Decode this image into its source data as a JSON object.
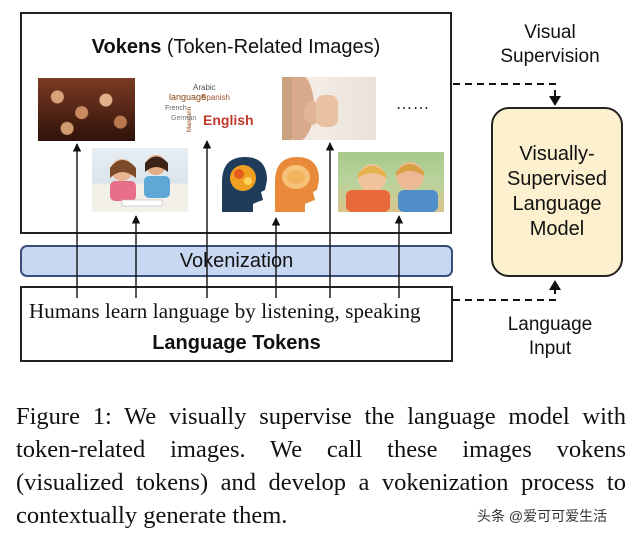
{
  "figure": {
    "vokens_title_bold": "Vokens",
    "vokens_title_rest": " (Token-Related Images)",
    "vokenization_label": "Vokenization",
    "sentence": "Humans learn language by listening, speaking",
    "tokens_label": "Language Tokens",
    "model_label": "Visually-Supervised Language Model",
    "visual_supervision_label": "Visual Supervision",
    "language_input_label": "Language Input",
    "ellipsis": "……",
    "wordcloud_words": [
      "Arabic",
      "Spanish",
      "language",
      "French",
      "English",
      "Mandarin",
      "German"
    ],
    "images": [
      "crowd-image",
      "wordcloud-image",
      "ear-listening-image",
      "child-learning-image",
      "brain-heads-image",
      "children-whispering-image"
    ]
  },
  "caption": {
    "text": "Figure 1:  We visually supervise the language model with token-related images.  We call these images vokens (visualized tokens) and develop a vokenization process to contextually generate them."
  },
  "watermark": {
    "text": "头条 @爱可可爱生活"
  },
  "colors": {
    "vokenization_fill": "#c9d8f2",
    "vokenization_border": "#3a4d7a",
    "model_fill": "#fcf0cf"
  }
}
